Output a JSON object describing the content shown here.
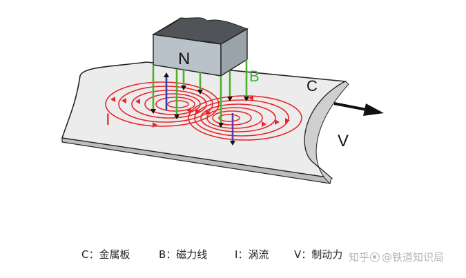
{
  "diagram": {
    "magnet_label": "N",
    "field_label": "B",
    "plate_label": "C",
    "eddy_label": "I",
    "velocity_label": "V",
    "colors": {
      "eddy": "#e8242a",
      "field": "#4caf2e",
      "force_up": "#2b3fb0",
      "force_down": "#5b3fa8",
      "magnet": "#b9c2c9",
      "magnet_top": "#555a5e",
      "plate": "#ececec",
      "label_green": "#3ab23a"
    }
  },
  "legend": {
    "c": "C：金属板",
    "b": "B：磁力线",
    "i": "I：涡流",
    "v": "V：制动力"
  },
  "watermark": {
    "site": "知乎",
    "author": "@铁道知识局"
  }
}
